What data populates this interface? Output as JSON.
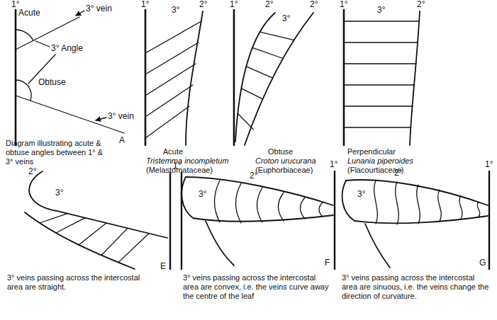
{
  "diagram": {
    "labels": [
      "1°",
      "Acute",
      "3° vein",
      "3° Angle",
      "Obtuse",
      "3° vein",
      "Diagram illustrating acute & obtuse angles between 1° & 3° veins",
      "A",
      "1°",
      "3°",
      "2°",
      "Acute",
      "Tristemma incompletum",
      "(Melastomataceae)",
      "1°",
      "2°",
      "3°",
      "2°",
      "Obtuse",
      "Croton urucurana",
      "(Euphorbiaceae)",
      "1°",
      "3°",
      "2°",
      "Perpendicular",
      "Lunania piperoides",
      "(Flacourtiaceae)",
      "2°",
      "3°",
      "E",
      "3° veins passing across the intercostal area are straight.",
      "1°",
      "1°",
      "2°",
      "3°",
      "F",
      "3° veins passing across the intercostal area are convex, i.e. the veins curve away the centre of the leaf",
      "1°",
      "2°",
      "3°",
      "G",
      "3° veins passing across the intercostal area are sinuous, i.e. the veins change the direction of curvature."
    ]
  }
}
